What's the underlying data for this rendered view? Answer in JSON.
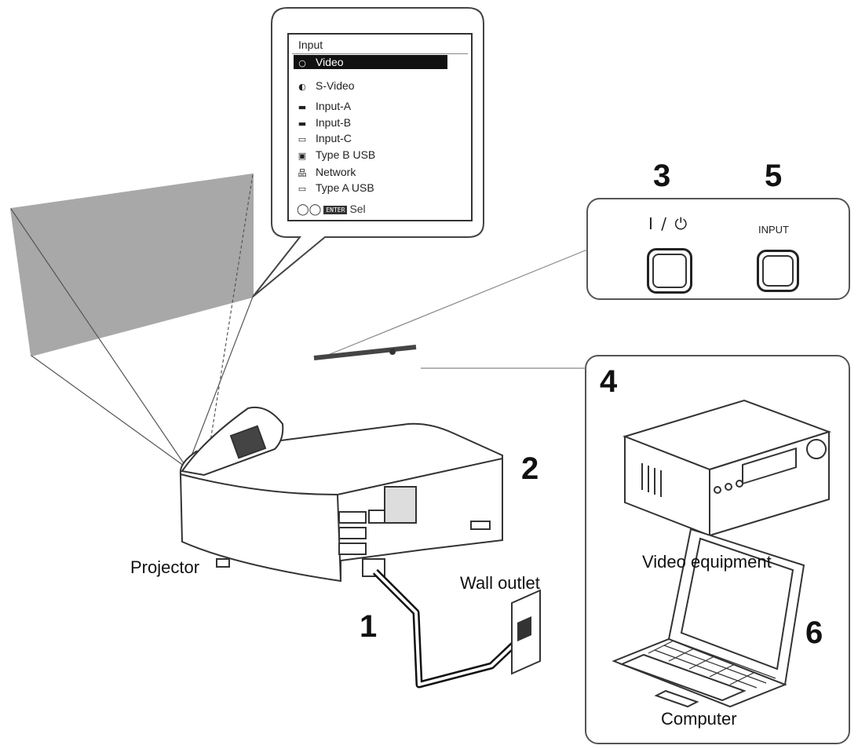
{
  "menu": {
    "title": "Input",
    "items": [
      {
        "icon": "video-input-icon",
        "glyph": "○",
        "label": "Video",
        "selected": true
      },
      {
        "icon": "s-video-input-icon",
        "glyph": "◐",
        "label": "S-Video",
        "selected": false
      },
      {
        "icon": "input-a-icon",
        "glyph": "▬",
        "label": "Input-A",
        "selected": false
      },
      {
        "icon": "input-b-icon",
        "glyph": "▬",
        "label": "Input-B",
        "selected": false
      },
      {
        "icon": "input-c-icon",
        "glyph": "▭",
        "label": "Input-C",
        "selected": false
      },
      {
        "icon": "type-b-usb-icon",
        "glyph": "▣",
        "label": "Type B USB",
        "selected": false
      },
      {
        "icon": "network-icon",
        "glyph": "品",
        "label": "Network",
        "selected": false
      },
      {
        "icon": "type-a-usb-icon",
        "glyph": "▭",
        "label": "Type A USB",
        "selected": false
      }
    ],
    "footer": {
      "glyphs": "◯◯",
      "key": "ENTER",
      "label": "Sel"
    }
  },
  "control_panel": {
    "power_label": "I / ⏻",
    "input_label": "INPUT"
  },
  "steps": {
    "s1": "1",
    "s2": "2",
    "s3": "3",
    "s4": "4",
    "s5": "5",
    "s6": "6"
  },
  "captions": {
    "projector": "Projector",
    "wall_outlet": "Wall outlet",
    "video_equipment": "Video equipment",
    "computer": "Computer"
  }
}
